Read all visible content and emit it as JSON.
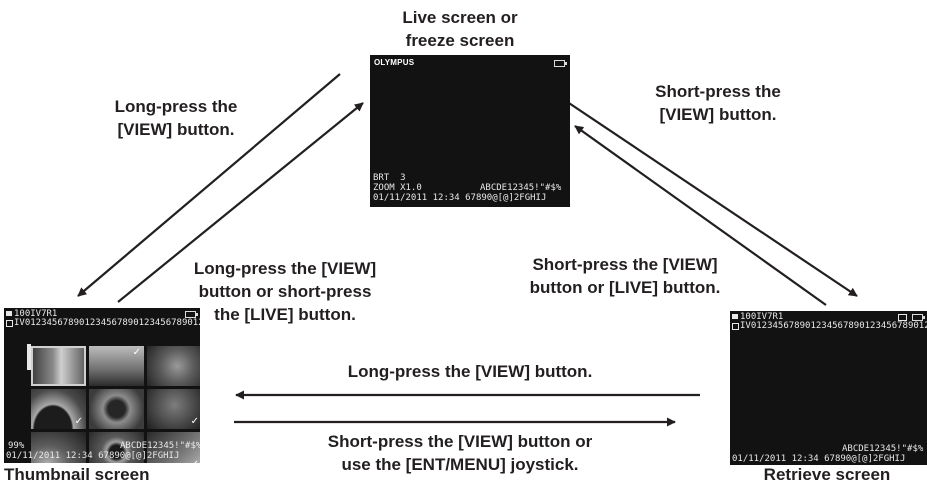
{
  "screens": {
    "live": {
      "caption": [
        "Live screen or",
        "freeze screen"
      ],
      "brand_logo": "OLYMPUS",
      "overlay_lines": [
        "BRT  3",
        "ZOOM X1.0",
        "01/11/2011 12:34 67890@[@]2FGHIJ"
      ],
      "overlay_right": "ABCDE12345!\"#$%",
      "icons": [
        "battery-icon"
      ]
    },
    "thumbnail": {
      "caption": "Thumbnail screen",
      "header_lines": [
        "100IV7R1",
        "IV012345678901234567890123456789012345678"
      ],
      "bottom_left": "99%",
      "bottom_right": "ABCDE12345!\"#$%",
      "bottom_line": "01/11/2011 12:34 67890@[@]2FGHIJ",
      "checkmark": "✓",
      "icons": [
        "folder-icon",
        "file-icon",
        "battery-icon",
        "checkmark-icon",
        "selection-cursor-icon"
      ]
    },
    "retrieve": {
      "caption": "Retrieve screen",
      "header_lines": [
        "100IV7R1",
        "IV012345678901234567890123456789012345678"
      ],
      "bottom_right": "ABCDE12345!\"#$%",
      "bottom_line": "01/11/2011 12:34 67890@[@]2FGHIJ",
      "icons": [
        "folder-icon",
        "file-icon",
        "battery-icon",
        "image-icon"
      ]
    }
  },
  "labels": {
    "live_to_thumbnail": [
      "Long-press the",
      "[VIEW] button."
    ],
    "thumbnail_to_live": [
      "Long-press the [VIEW]",
      "button or short-press",
      "the [LIVE] button."
    ],
    "live_to_retrieve": [
      "Short-press the",
      "[VIEW] button."
    ],
    "retrieve_to_live": [
      "Short-press the [VIEW]",
      "button or [LIVE] button."
    ],
    "retrieve_to_thumbnail": [
      "Long-press the [VIEW] button."
    ],
    "thumbnail_to_retrieve": [
      "Short-press the [VIEW] button or",
      "use the [ENT/MENU] joystick."
    ]
  },
  "colors": {
    "arrow": "#231f20",
    "text": "#231f20",
    "screen_background": "#121212",
    "screen_text": "#e8e8e8"
  }
}
